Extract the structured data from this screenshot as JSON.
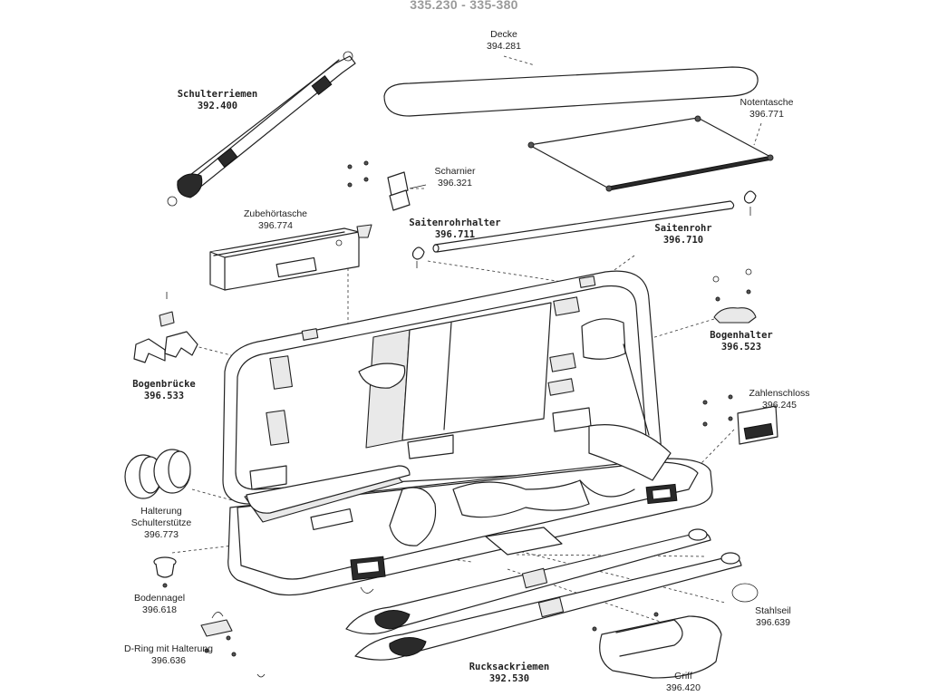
{
  "title": "335.230 - 335-380",
  "labels": {
    "decke": [
      "Decke",
      "394.281"
    ],
    "notentasche": [
      "Notentasche",
      "396.771"
    ],
    "schulterriemen": [
      "Schulterriemen",
      "392.400"
    ],
    "scharnier": [
      "Scharnier",
      "396.321"
    ],
    "zubehoertasche": [
      "Zubehörtasche",
      "396.774"
    ],
    "saitenrohrhalter": [
      "Saitenrohrhalter",
      "396.711"
    ],
    "saitenrohr": [
      "Saitenrohr",
      "396.710"
    ],
    "bogenhalter": [
      "Bogenhalter",
      "396.523"
    ],
    "bogenbruecke": [
      "Bogenbrücke",
      "396.533"
    ],
    "zahlenschloss": [
      "Zahlenschloss",
      "396.245"
    ],
    "halterung": [
      "Halterung",
      "Schulterstütze",
      "396.773"
    ],
    "bodennagel": [
      "Bodennagel",
      "396.618"
    ],
    "dring": [
      "D-Ring mit Halterung",
      "396.636"
    ],
    "stahlseil": [
      "Stahlseil",
      "396.639"
    ],
    "rucksackriemen": [
      "Rucksackriemen",
      "392.530"
    ],
    "griff": [
      "Griff",
      "396.420"
    ]
  }
}
